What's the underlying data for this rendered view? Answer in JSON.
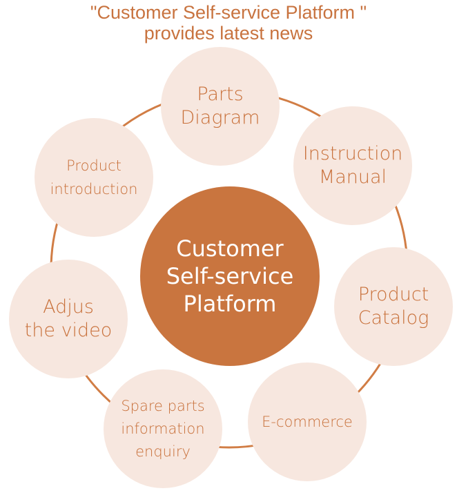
{
  "title": {
    "line1": "\"Customer Self-service Platform \"",
    "line2": "provides latest news"
  },
  "center": {
    "label": "Customer\nSelf-service\nPlatform"
  },
  "nodes": [
    {
      "id": "parts-diagram",
      "label": "Parts\nDiagram"
    },
    {
      "id": "instruction-manual",
      "label": "Instruction\nManual"
    },
    {
      "id": "product-catalog",
      "label": "Product\nCatalog"
    },
    {
      "id": "e-commerce",
      "label": "E-commerce"
    },
    {
      "id": "spare-parts-enquiry",
      "label": "Spare parts\ninformation\nenquiry"
    },
    {
      "id": "adjust-video",
      "label": "Adjus\nthe video"
    },
    {
      "id": "product-introduction",
      "label": "Product\nintroduction"
    }
  ],
  "colors": {
    "accent": "#c9753f",
    "text": "#c8703a",
    "node_fill": "#f7e7df",
    "ring": "#d17d45"
  }
}
